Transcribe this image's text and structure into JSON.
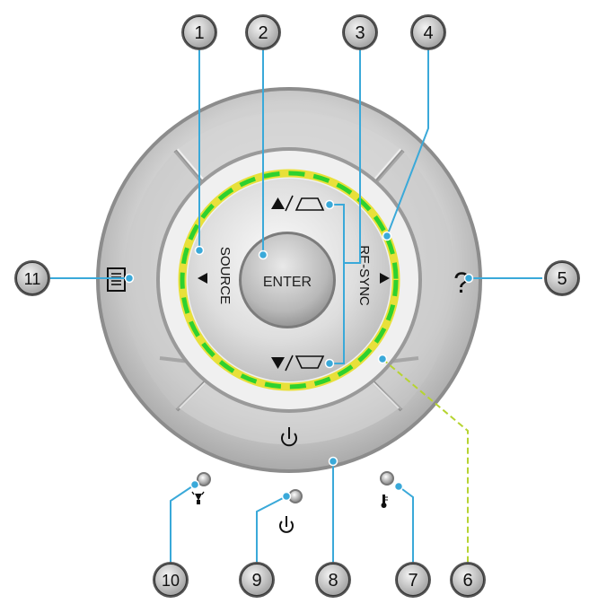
{
  "keypad": {
    "enter_label": "ENTER",
    "source_label": "SOURCE",
    "resync_label": "RE-SYNC",
    "up_label": "▲/⏢",
    "down_label": "▼/⏢",
    "help_label": "?",
    "menu_icon": "menu-icon",
    "power_icon": "power-icon"
  },
  "indicators": {
    "lamp_icon": "lamp-icon",
    "power_icon": "power-icon",
    "temp_icon": "thermometer-icon"
  },
  "callouts": [
    "1",
    "2",
    "3",
    "4",
    "5",
    "6",
    "7",
    "8",
    "9",
    "10",
    "11"
  ],
  "colors": {
    "leader": "#3aa9d9",
    "ring_green": "#2ed12e",
    "ring_yellow": "#e8e03a",
    "button_face": "#dcdcdc",
    "badge_fill": "#c8c8c8"
  }
}
